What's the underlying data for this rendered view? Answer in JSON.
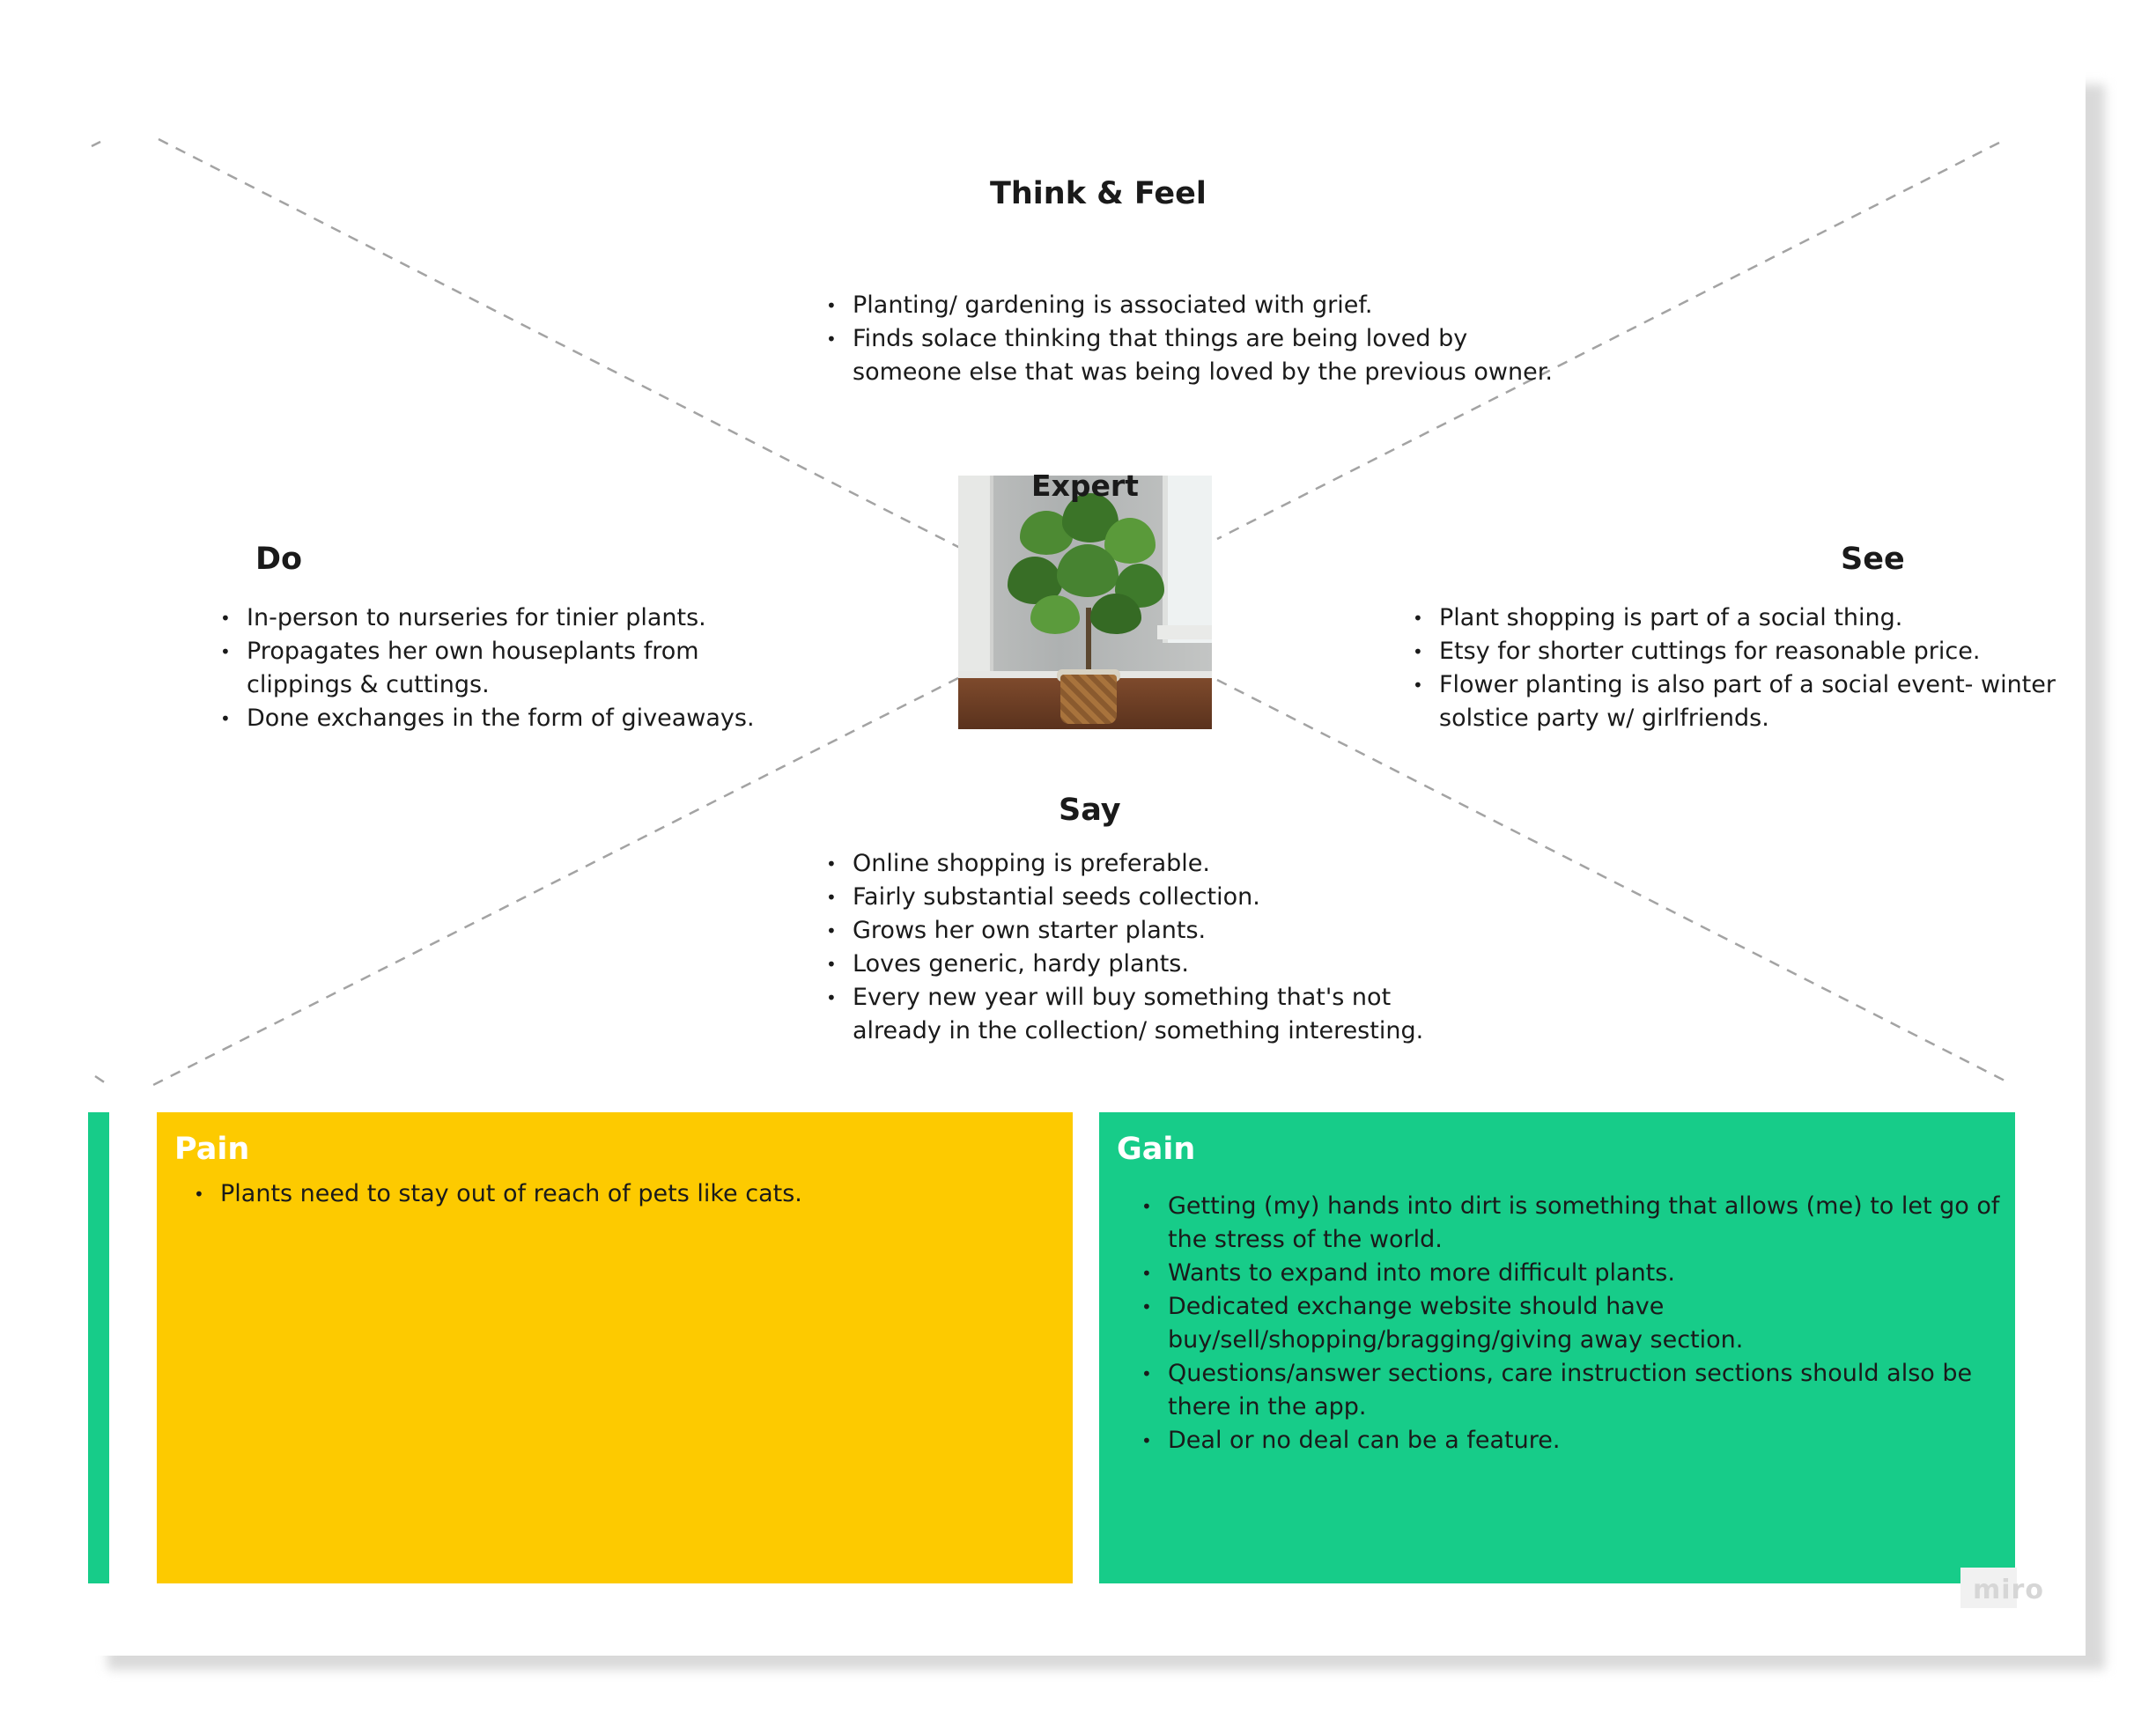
{
  "empathy_map": {
    "think_feel": {
      "title": "Think & Feel",
      "items": [
        "Planting/ gardening is associated with grief.",
        "Finds solace thinking that things are being loved by someone else that was being loved by the previous owner."
      ]
    },
    "do": {
      "title": "Do",
      "items": [
        "In-person to nurseries for tinier plants.",
        "Propagates her own houseplants from clippings & cuttings.",
        "Done exchanges in the form of giveaways."
      ]
    },
    "see": {
      "title": "See",
      "items": [
        "Plant shopping is part of a social thing.",
        "Etsy for shorter cuttings for reasonable price.",
        "Flower planting is also part of a social event- winter solstice party w/ girlfriends."
      ]
    },
    "say": {
      "title": "Say",
      "items": [
        "Online shopping is preferable.",
        "Fairly substantial seeds collection.",
        "Grows her own starter plants.",
        "Loves generic, hardy plants.",
        "Every new year will buy something that's not already in the collection/ something interesting."
      ]
    },
    "persona": {
      "label": "Expert",
      "image": "fiddle-leaf-fig-plant-photo"
    }
  },
  "pain": {
    "title": "Pain",
    "color": "#fdca00",
    "items": [
      "Plants need to stay out of reach of pets like cats."
    ]
  },
  "gain": {
    "title": "Gain",
    "color": "#17cc89",
    "items": [
      "Getting (my) hands into dirt is something that allows (me) to let go of the stress of the world.",
      "Wants to expand into more difficult plants.",
      "Dedicated exchange website should have buy/sell/shopping/bragging/giving away section.",
      "Questions/answer sections, care instruction sections should also be there in the app.",
      "Deal or no deal can be a feature."
    ]
  },
  "watermark": "miro"
}
